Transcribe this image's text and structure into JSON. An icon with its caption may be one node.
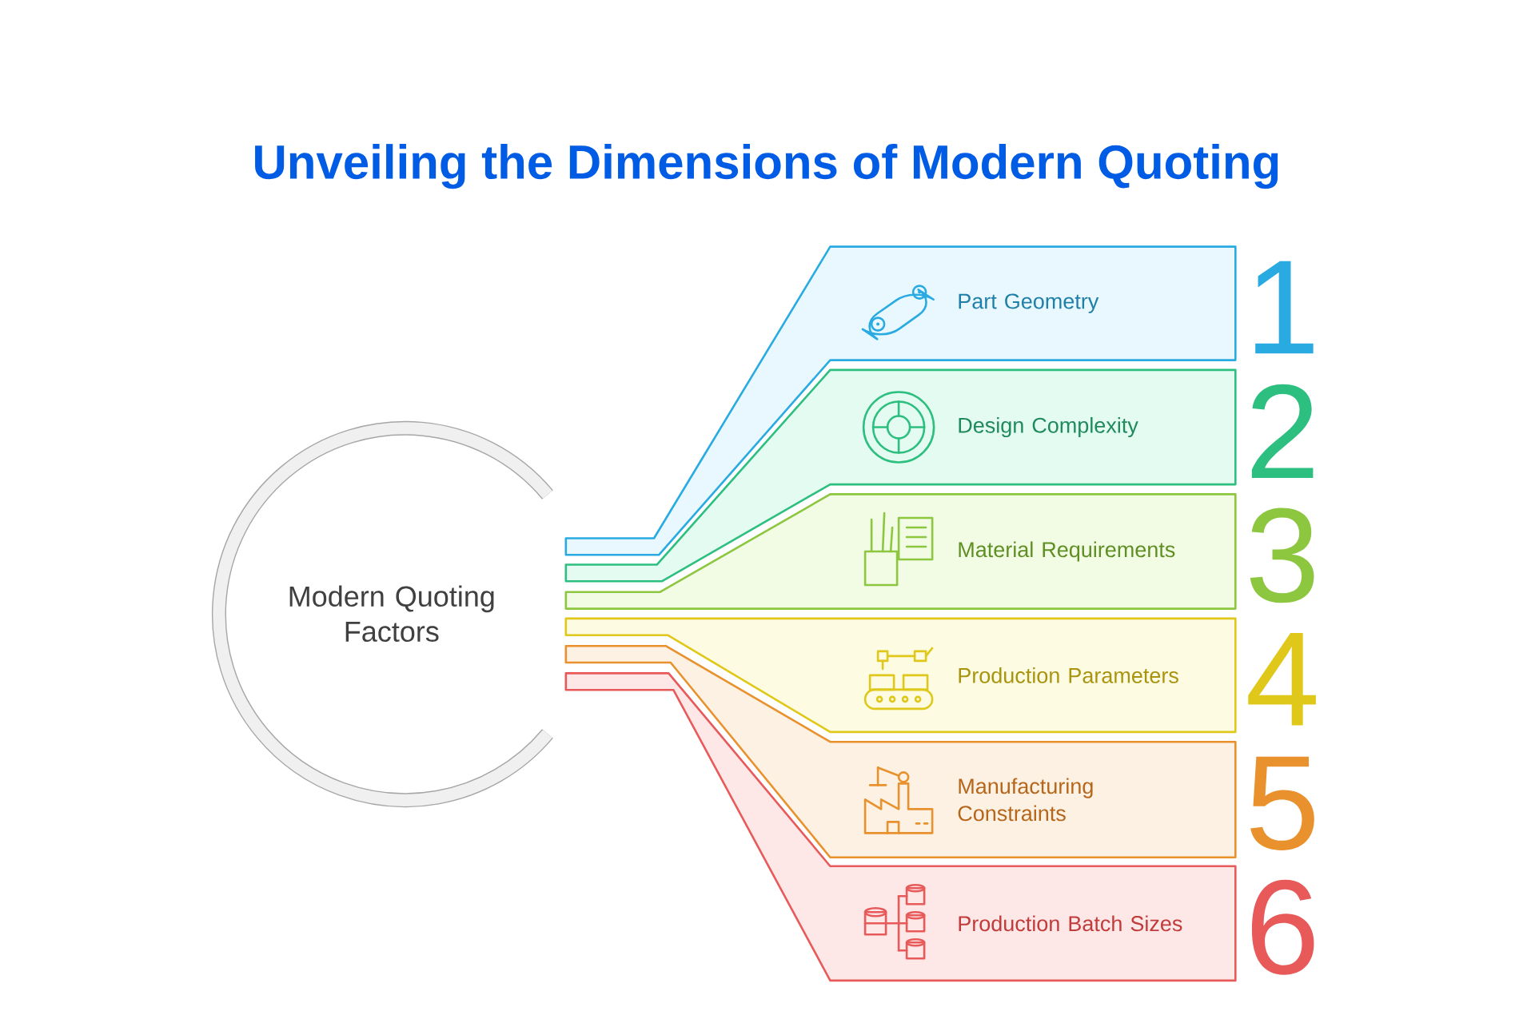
{
  "diagram": {
    "title": "Unveiling the Dimensions of Modern Quoting",
    "nodes": [
      {
        "text": [
          "Modern Quoting Factors"
        ]
      },
      {
        "text": [
          "Part Geometry",
          "1"
        ]
      },
      {
        "text": [
          "Design Complexity",
          "2"
        ]
      },
      {
        "text": [
          "Material Requirements",
          "3"
        ]
      },
      {
        "text": [
          "Production Parameters",
          "4"
        ]
      },
      {
        "text": [
          "Manufacturing Constraints",
          "5"
        ]
      },
      {
        "text": [
          "Production Batch Sizes",
          "6"
        ]
      }
    ]
  }
}
